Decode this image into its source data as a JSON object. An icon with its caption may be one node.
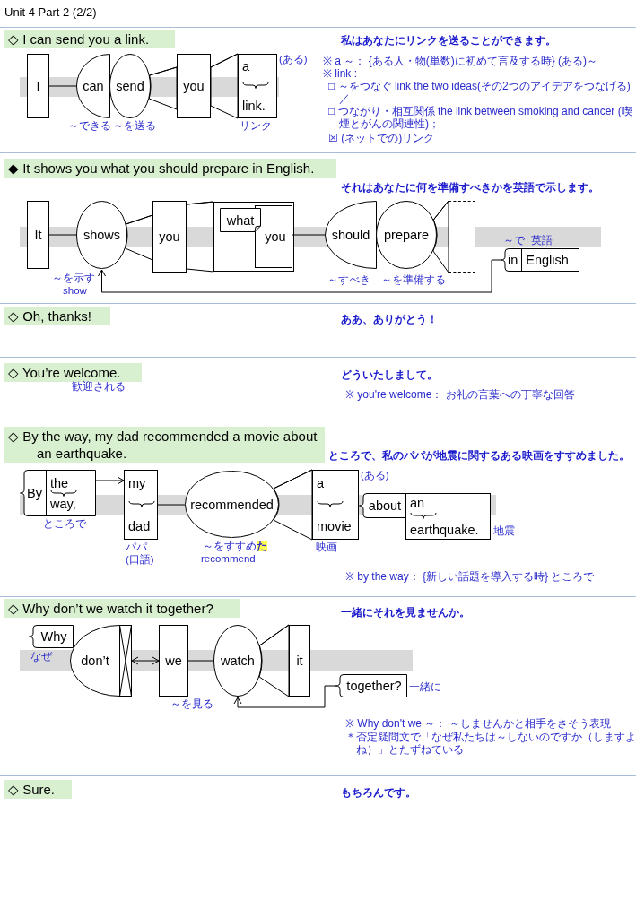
{
  "diagram": {
    "title": "Unit 4 Part 2 (2/2)",
    "nodes": [
      {
        "text": [
          "I"
        ]
      },
      {
        "text": [
          "can"
        ],
        "beside": [
          "～できる"
        ]
      },
      {
        "text": [
          "send"
        ],
        "beside": [
          "～を送る"
        ]
      },
      {
        "text": [
          "you"
        ]
      },
      {
        "text": [
          "a",
          "link."
        ],
        "beside": [
          "(ある)",
          "リンク"
        ]
      },
      {
        "text": [
          "It"
        ]
      },
      {
        "text": [
          "shows"
        ],
        "beside": [
          "～を示す",
          "show"
        ]
      },
      {
        "text": [
          "you"
        ]
      },
      {
        "text": [],
        "shape": "box"
      },
      {
        "text": [
          "what"
        ],
        "in": 8
      },
      {
        "text": [
          "you"
        ],
        "in": 8
      },
      {
        "text": [
          "should"
        ],
        "beside": [
          "～すべき"
        ]
      },
      {
        "text": [
          "prepare"
        ],
        "beside": [
          "～を準備する"
        ]
      },
      {
        "text": [],
        "shape": "box"
      },
      {
        "text": [
          "in",
          "English"
        ],
        "beside": [
          "～で",
          "英語"
        ]
      },
      {
        "text": [
          "By",
          "the",
          "way,"
        ],
        "beside": [
          "ところで"
        ]
      },
      {
        "text": [
          "my",
          "dad"
        ],
        "beside": [
          "パパ",
          "(口語)"
        ]
      },
      {
        "text": [
          "recommended"
        ],
        "beside": [
          "～をすすめ**た**",
          "recommend"
        ]
      },
      {
        "text": [
          "a",
          "movie"
        ],
        "beside": [
          "(ある)",
          "映画"
        ]
      },
      {
        "text": [
          "about"
        ]
      },
      {
        "text": [
          "an",
          "earthquake."
        ],
        "beside": [
          "地震"
        ]
      },
      {
        "text": [
          "Why"
        ],
        "beside": [
          "なぜ"
        ]
      },
      {
        "text": [
          "don’t"
        ]
      },
      {
        "text": [],
        "shape": "box"
      },
      {
        "text": [
          "we"
        ]
      },
      {
        "text": [
          "watch"
        ],
        "beside": [
          "～を見る"
        ]
      },
      {
        "text": [
          "it"
        ]
      },
      {
        "text": [
          "together?"
        ],
        "beside": [
          "一緒に"
        ]
      }
    ],
    "edges": [
      {
        "from": 0,
        "to": 1,
        "arrow": "none"
      },
      {
        "from": 2,
        "to": 3,
        "arrow": "none"
      },
      {
        "from": 3,
        "to": 4,
        "arrow": "none"
      },
      {
        "from": 5,
        "to": 6,
        "arrow": "none"
      },
      {
        "from": 6,
        "to": 7,
        "arrow": "none"
      },
      {
        "from": 7,
        "to": 8,
        "arrow": "none"
      },
      {
        "from": 10,
        "to": 11,
        "arrow": "none"
      },
      {
        "from": 12,
        "to": 13,
        "arrow": "none"
      },
      {
        "from": 14,
        "to": 6,
        "arrow": "to"
      },
      {
        "from": 15,
        "to": 16,
        "arrow": "to"
      },
      {
        "from": 16,
        "to": 17,
        "arrow": "none"
      },
      {
        "from": 17,
        "to": 18,
        "arrow": "none"
      },
      {
        "from": 23,
        "to": 24,
        "arrow": "both"
      },
      {
        "from": 24,
        "to": 25,
        "arrow": "none"
      },
      {
        "from": 25,
        "to": 26,
        "arrow": "none"
      },
      {
        "from": 27,
        "to": 25,
        "arrow": "to"
      }
    ],
    "labels": [
      "◇ I can send you a link.",
      "私はあなたにリンクを送ることができます。",
      "※ a ～： {ある人・物(単数)に初めて言及する時} (ある)～",
      "※ link :",
      "□ ～をつなぐ link the two ideas(その2つのアイデアをつなげる)／",
      "□ つながり・相互関係 the link between smoking and cancer (喫煙とがんの関連性)；",
      "☒ (ネットでの)リンク",
      "◆ It shows you what you should prepare in English.",
      "それはあなたに何を準備すべきかを英語で示します。",
      "◇ Oh, thanks!",
      "ああ、ありがとう！",
      "◇ You’re welcome.",
      "歓迎される",
      "どういたしまして。",
      "※ you're welcome： お礼の言葉への丁寧な回答",
      "◇ By the way, my dad recommended a movie about an earthquake.",
      "ところで、私のパパが地震に関するある映画をすすめました。",
      "※ by the way： {新しい話題を導入する時} ところで",
      "◇ Why don’t we watch it together?",
      "一緒にそれを見ませんか。",
      "※ Why don't we ～： ～しませんかと相手をさそう表現",
      "＊否定疑問文で「なぜ私たちは～しないのですか（しますよね）」とたずねている",
      "◇ Sure.",
      "もちろんです。"
    ]
  }
}
